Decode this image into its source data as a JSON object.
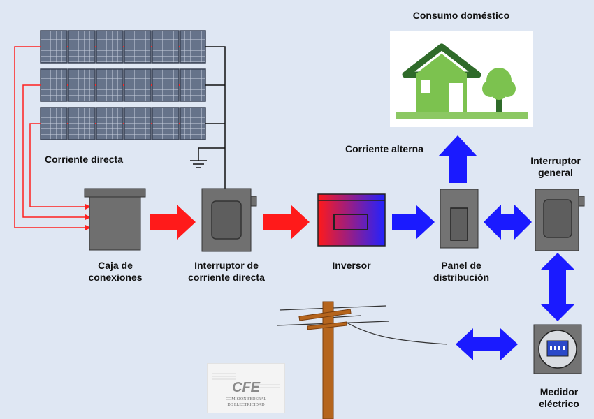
{
  "diagram": {
    "labels": {
      "consumo": "Consumo doméstico",
      "corriente_directa": "Corriente directa",
      "corriente_alterna": "Corriente alterna",
      "interruptor_general": [
        "Interruptor",
        "general"
      ],
      "caja": [
        "Caja de",
        "conexiones"
      ],
      "interruptor_cd": [
        "Interruptor de",
        "corriente directa"
      ],
      "inversor": [
        "Inversor"
      ],
      "panel": [
        "Panel de",
        "distribución"
      ],
      "medidor": [
        "Medidor",
        "eléctrico"
      ]
    },
    "logo": {
      "text": "CFE",
      "subtext": [
        "COMISIÓN FEDERAL",
        "DE ELECTRICIDAD"
      ]
    },
    "colors": {
      "dc_arrow": "#ff1a1a",
      "ac_arrow": "#1a1aff",
      "panel_cell": "#5d6a80",
      "device_body": "#6f6f6f",
      "house_green": "#72b84a"
    }
  }
}
